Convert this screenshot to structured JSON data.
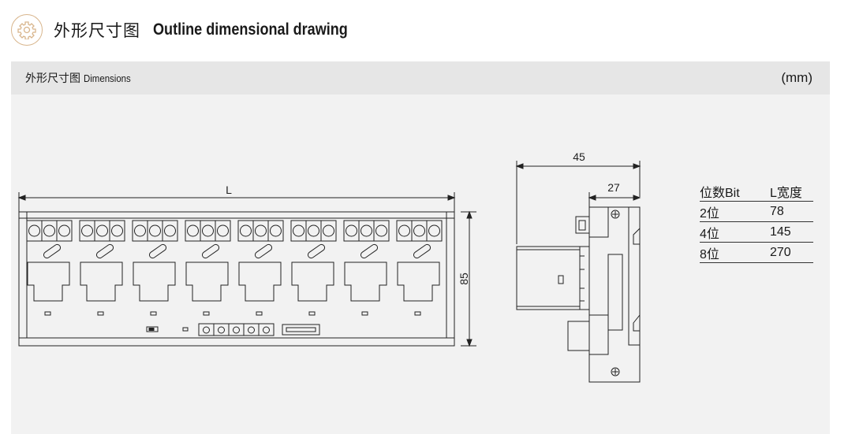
{
  "header": {
    "icon": "gear-icon",
    "accent_color": "#d8b58c",
    "title_cn": "外形尺寸图",
    "title_en": "Outline dimensional drawing"
  },
  "bar": {
    "label_cn": "外形尺寸图",
    "label_en": "Dimensions",
    "unit": "(mm)"
  },
  "drawing": {
    "front": {
      "length_label": "L",
      "height_label": "85"
    },
    "side": {
      "width_label": "45",
      "depth_label": "27"
    }
  },
  "table": {
    "headers": [
      "位数Bit",
      "L宽度"
    ],
    "rows": [
      {
        "bits": "2位",
        "width": "78"
      },
      {
        "bits": "4位",
        "width": "145"
      },
      {
        "bits": "8位",
        "width": "270"
      }
    ]
  }
}
